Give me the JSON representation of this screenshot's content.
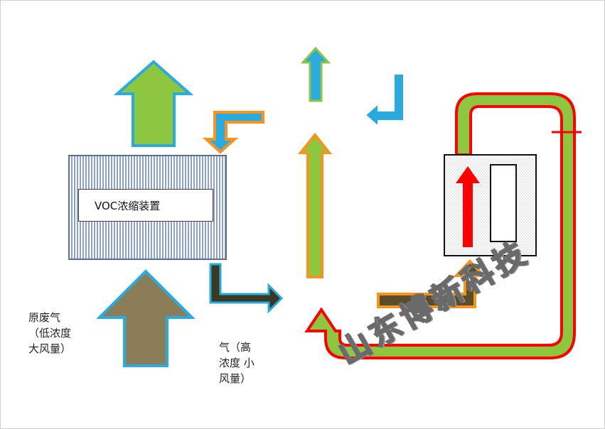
{
  "device": {
    "voc_label": "VOC浓缩装置"
  },
  "labels": {
    "raw_gas": "原废气\n（低浓度\n大风量）",
    "concentrated_gas": "气（高\n浓度 小\n风量）"
  },
  "watermark": "山东博新科技",
  "colors": {
    "green_fill": "#8dc63f",
    "blue_outline": "#29abe2",
    "orange_outline": "#f7941d",
    "red_outline": "#ff0000",
    "olive_fill": "#8b7d57",
    "dark_fill": "#3a3a22",
    "hatch_border": "#5a6e9a"
  }
}
